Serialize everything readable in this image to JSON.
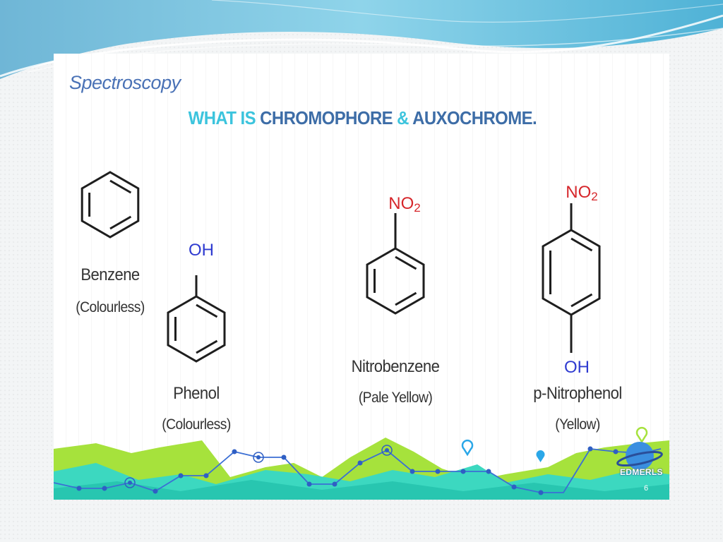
{
  "slide": {
    "topic": "Spectroscopy",
    "headline_part1": "WHAT IS ",
    "headline_part2": "CHROMOPHORE",
    "headline_amp": " & ",
    "headline_part3": "AUXOCHROME.",
    "page_number": "6"
  },
  "logo": {
    "text": "EDMERLS"
  },
  "compounds": [
    {
      "name": "Benzene",
      "color": "(Colourless)",
      "substituents": []
    },
    {
      "name": "Phenol",
      "color": "(Colourless)",
      "substituents": [
        "OH"
      ]
    },
    {
      "name": "Nitrobenzene",
      "color": "(Pale Yellow)",
      "substituents": [
        "NO",
        "2"
      ]
    },
    {
      "name": "p-Nitrophenol",
      "color": "(Yellow)",
      "substituents": [
        "NO",
        "2",
        "OH"
      ]
    }
  ],
  "colors": {
    "theme_cyan": "#3cc4dd",
    "theme_blue": "#3d6da7",
    "oh_blue": "#2f3bd0",
    "no2_red": "#d6262b",
    "landscape_green": "#a6e23c",
    "landscape_teal": "#3cd8c0",
    "landscape_blue": "#3b8fe0"
  }
}
